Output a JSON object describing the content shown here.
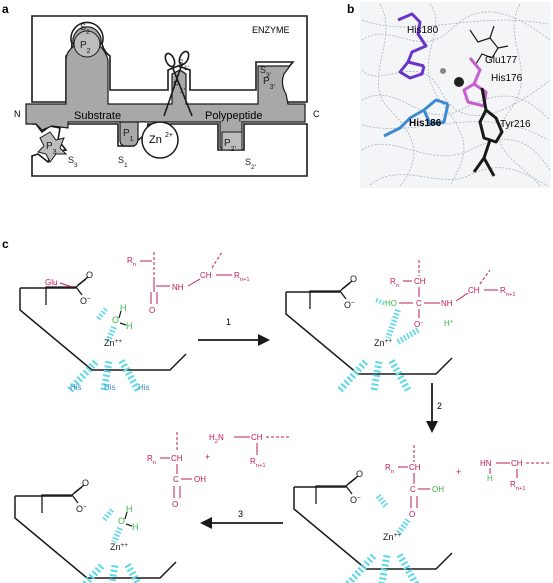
{
  "colors": {
    "ink": "#1a1a1a",
    "substrate_fill": "#a8a8a8",
    "pocket_fill": "#bdbdbd",
    "chem_red": "#c2185b",
    "chem_green": "#39b54a",
    "water_cyan": "#5ad8e8",
    "his_blue": "#3b8bd0",
    "his180_purple": "#6a35c8",
    "his176_pink": "#c85fd0",
    "protein_gray": "#aab0bc"
  },
  "panel_a": {
    "letter": "a",
    "enzyme_label": "ENZYME",
    "n_term": "N",
    "c_term": "C",
    "substrate_label": "Substrate",
    "polypeptide_label": "Polypeptide",
    "zinc": "Zn",
    "zinc_charge": "2+",
    "scissors_icon": "scissors-icon",
    "pockets": [
      {
        "p": "P",
        "p_sub": "2",
        "s": "S",
        "s_sub": "2"
      },
      {
        "p": "P",
        "p_sub": "1",
        "s": "S",
        "s_sub": "1"
      },
      {
        "p": "P",
        "p_sub": "3",
        "s": "S",
        "s_sub": "3"
      },
      {
        "p": "P",
        "p_sub": "1'",
        "s": "S",
        "s_sub": "1'"
      },
      {
        "p": "P",
        "p_sub": "2'",
        "s": "S",
        "s_sub": "2'"
      },
      {
        "p": "P",
        "p_sub": "3'",
        "s": "S",
        "s_sub": "3'"
      }
    ]
  },
  "panel_b": {
    "letter": "b",
    "residues": [
      "His180",
      "Glu177",
      "His176",
      "His186",
      "Tyr216"
    ]
  },
  "panel_c": {
    "letter": "c",
    "glu": "Glu",
    "his": "His",
    "zinc": "Zn",
    "zinc_charge": "++",
    "o": "O",
    "h": "H",
    "h_plus": "H",
    "plus_sup": "+",
    "o_minus": "O",
    "minus_sup": "−",
    "r": "R",
    "r_n": "n",
    "r_n1": "n+1",
    "ch": "CH",
    "nh": "NH",
    "hn": "HN",
    "h2n": "H",
    "two": "2",
    "n_atom": "N",
    "c_atom": "C",
    "oh": "OH",
    "ho": "HO",
    "plus": "+",
    "steps": [
      "1",
      "2",
      "3"
    ]
  }
}
